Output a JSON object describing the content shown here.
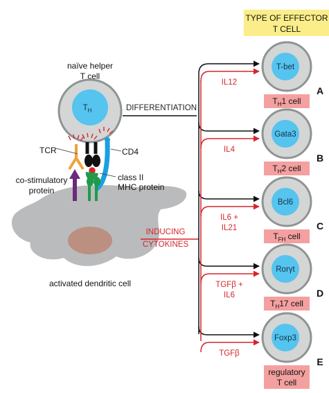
{
  "header": {
    "line1": "TYPE OF EFFECTOR",
    "line2": "T CELL"
  },
  "naive_cell": {
    "line1": "naïve helper",
    "line2": "T cell",
    "nucleus": "T",
    "nucleus_sub": "H"
  },
  "labels": {
    "differentiation": "DIFFERENTIATION",
    "tcr": "TCR",
    "cd4": "CD4",
    "costim1": "co-stimulatory",
    "costim2": "protein",
    "mhc1": "class II",
    "mhc2": "MHC protein",
    "dendritic": "activated dendritic cell",
    "inducing": "INDUCING",
    "cytokines": "CYTOKINES"
  },
  "cytokines": [
    {
      "line1": "IL12",
      "line2": ""
    },
    {
      "line1": "IL4",
      "line2": ""
    },
    {
      "line1": "IL6 +",
      "line2": "IL21"
    },
    {
      "line1": "TGFβ +",
      "line2": "IL6"
    },
    {
      "line1": "TGFβ",
      "line2": ""
    }
  ],
  "effectors": [
    {
      "row": "A",
      "nucleus": "T-bet",
      "pre": "T",
      "sub": "H",
      "post": "1 cell",
      "line2": ""
    },
    {
      "row": "B",
      "nucleus": "Gata3",
      "pre": "T",
      "sub": "H",
      "post": "2 cell",
      "line2": ""
    },
    {
      "row": "C",
      "nucleus": "Bcl6",
      "pre": "T",
      "sub": "FH",
      "post": " cell",
      "line2": ""
    },
    {
      "row": "D",
      "nucleus": "Rorγt",
      "pre": "T",
      "sub": "H",
      "post": "17 cell",
      "line2": ""
    },
    {
      "row": "E",
      "nucleus": "Foxp3",
      "pre": "regulatory",
      "sub": "",
      "post": "",
      "line2": "T cell"
    }
  ],
  "colors": {
    "cell_fill": "#d4d5d5",
    "cell_stroke": "#8f9393",
    "nucleus": "#55c4ee",
    "label_box": "#f4a0a0",
    "header_box": "#fbee8a",
    "arrow_red": "#d6252b",
    "arrow_black": "#111111",
    "dendritic_fill": "#b9bbbc",
    "dendritic_nucleus": "#bb9081",
    "tcr": "#f0a23a",
    "costim": "#6b2a7c",
    "mhc": "#1f9a4b",
    "cd4": "#1aa0e0"
  }
}
